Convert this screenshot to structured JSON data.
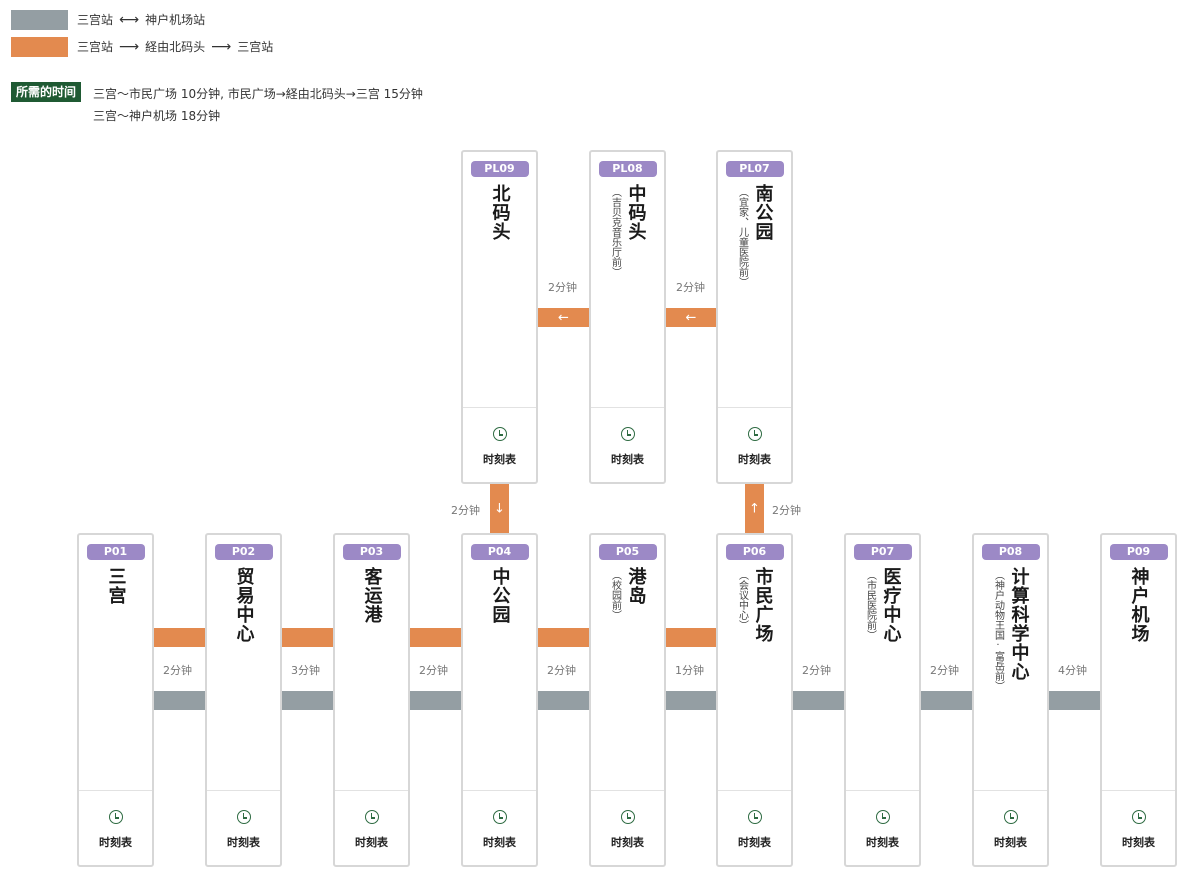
{
  "colors": {
    "gray_line": "#949ea3",
    "orange_line": "#e38a4f",
    "code_badge": "#9c89c6",
    "time_badge": "#1f5a33"
  },
  "legend": {
    "gray": {
      "from": "三宫站",
      "arrow": "⟷",
      "to": "神户机场站"
    },
    "orange": {
      "from": "三宫站",
      "arrow1": "⟶",
      "via": "経由北码头",
      "arrow2": "⟶",
      "to": "三宫站"
    }
  },
  "time_info": {
    "badge": "所需的时间",
    "line1": "三宫～市民广场 10分钟, 市民广场→経由北码头→三宫 15分钟",
    "line2": "三宫～神户机场 18分钟"
  },
  "timetable_label": "时刻表",
  "stations_top": [
    {
      "code": "PL09",
      "name": "北码头",
      "sub": ""
    },
    {
      "code": "PL08",
      "name": "中码头",
      "sub": "（吉贝克音乐厅前）"
    },
    {
      "code": "PL07",
      "name": "南公园",
      "sub": "（宜家、儿童医院前）"
    }
  ],
  "stations_bottom": [
    {
      "code": "P01",
      "name": "三宫",
      "sub": ""
    },
    {
      "code": "P02",
      "name": "贸易中心",
      "sub": ""
    },
    {
      "code": "P03",
      "name": "客运港",
      "sub": ""
    },
    {
      "code": "P04",
      "name": "中公园",
      "sub": ""
    },
    {
      "code": "P05",
      "name": "港岛",
      "sub": "（校园前）"
    },
    {
      "code": "P06",
      "name": "市民广场",
      "sub": "（会议中心）"
    },
    {
      "code": "P07",
      "name": "医疗中心",
      "sub": "（市民医院前）"
    },
    {
      "code": "P08",
      "name": "计算科学中心",
      "sub": "（神户动物王国·富岳前）"
    },
    {
      "code": "P09",
      "name": "神户机场",
      "sub": ""
    }
  ],
  "segment_times_bottom": [
    "2分钟",
    "3分钟",
    "2分钟",
    "2分钟",
    "1分钟",
    "2分钟",
    "2分钟",
    "4分钟"
  ],
  "segment_times_top": [
    "2分钟",
    "2分钟"
  ],
  "segment_times_vertical": {
    "down": "2分钟",
    "up": "2分钟"
  },
  "arrows": {
    "left": "←",
    "down": "↓",
    "up": "↑"
  }
}
